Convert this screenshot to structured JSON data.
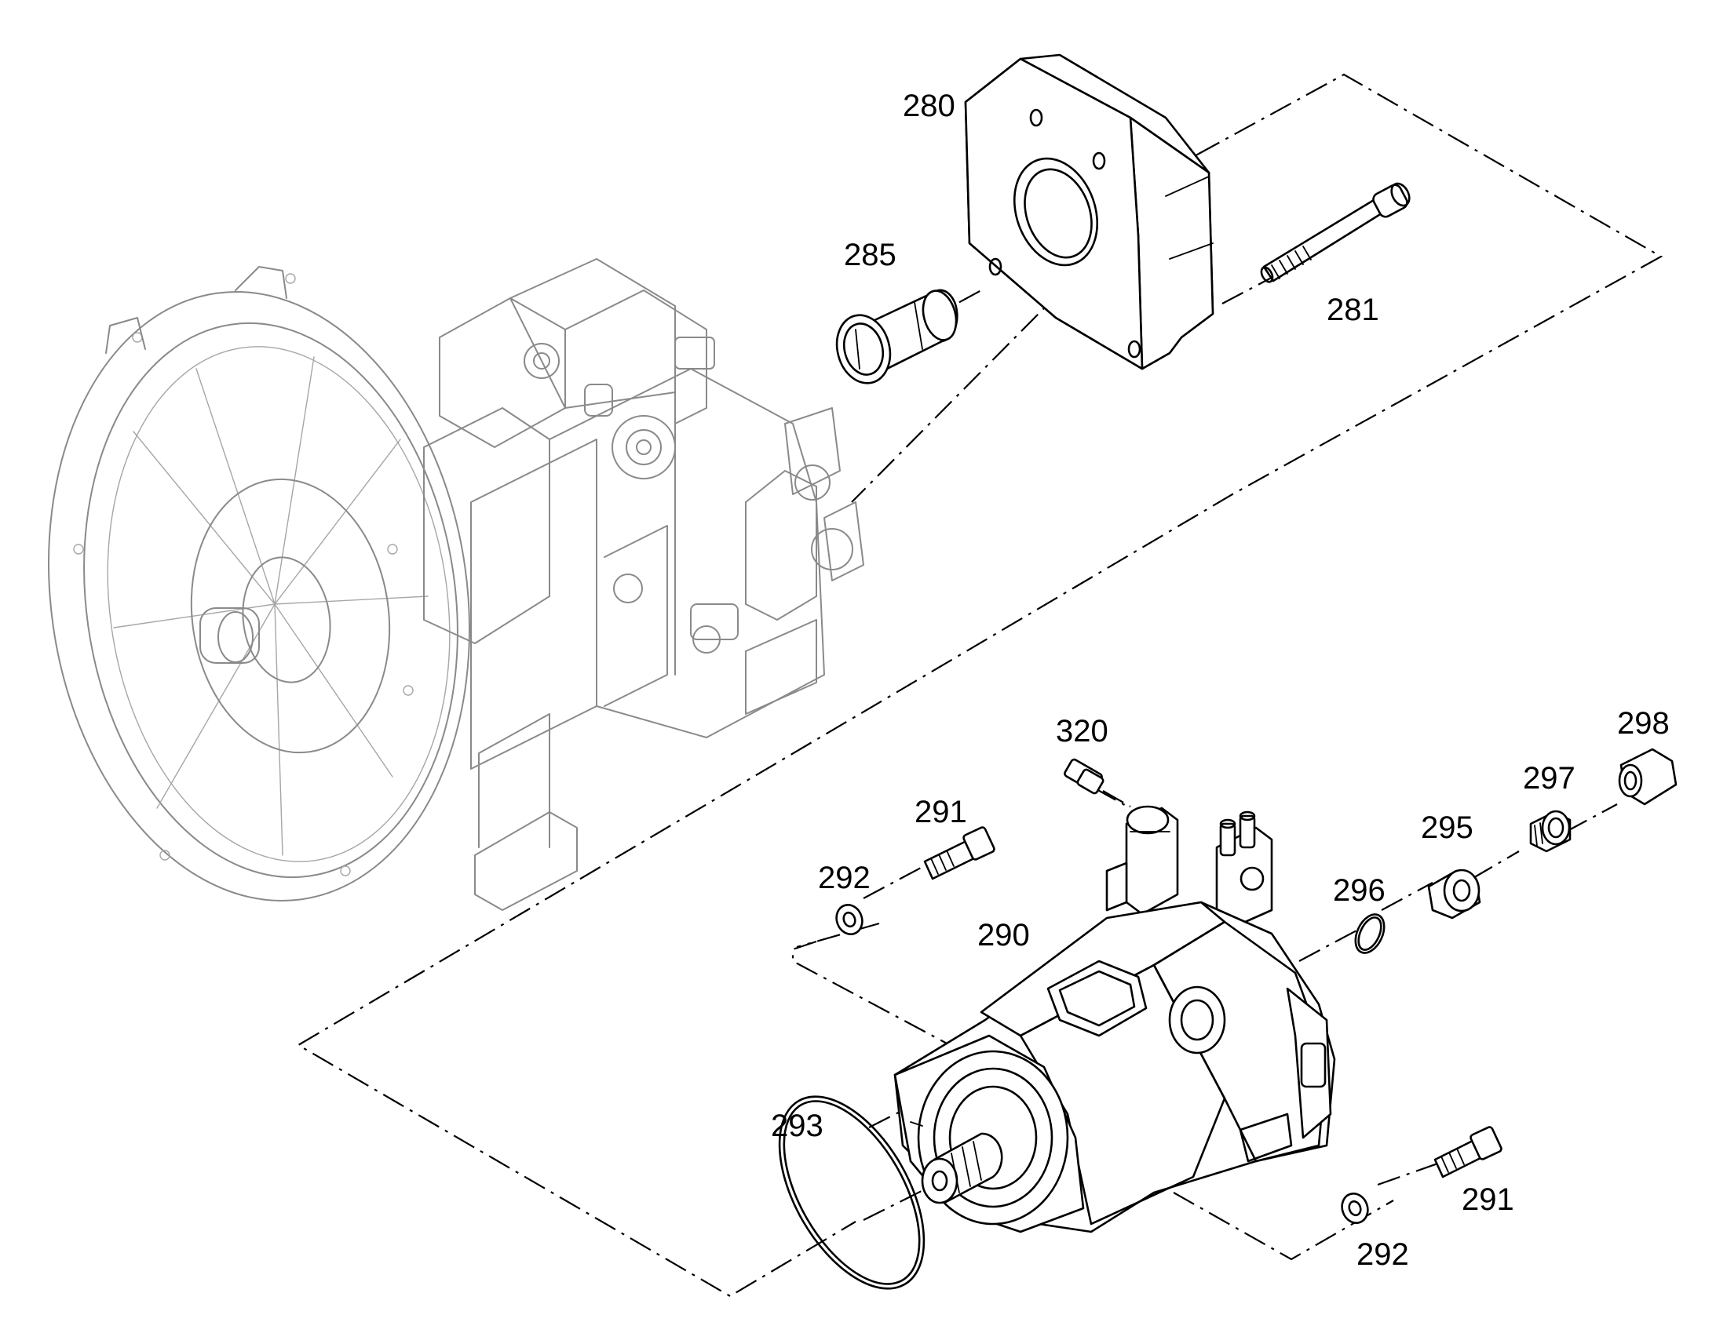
{
  "callouts": [
    {
      "id": "280",
      "text": "280"
    },
    {
      "id": "285",
      "text": "285"
    },
    {
      "id": "281",
      "text": "281"
    },
    {
      "id": "320",
      "text": "320"
    },
    {
      "id": "298",
      "text": "298"
    },
    {
      "id": "297",
      "text": "297"
    },
    {
      "id": "291a",
      "text": "291"
    },
    {
      "id": "295",
      "text": "295"
    },
    {
      "id": "292a",
      "text": "292"
    },
    {
      "id": "296",
      "text": "296"
    },
    {
      "id": "290",
      "text": "290"
    },
    {
      "id": "293",
      "text": "293"
    },
    {
      "id": "291b",
      "text": "291"
    },
    {
      "id": "292b",
      "text": "292"
    }
  ]
}
